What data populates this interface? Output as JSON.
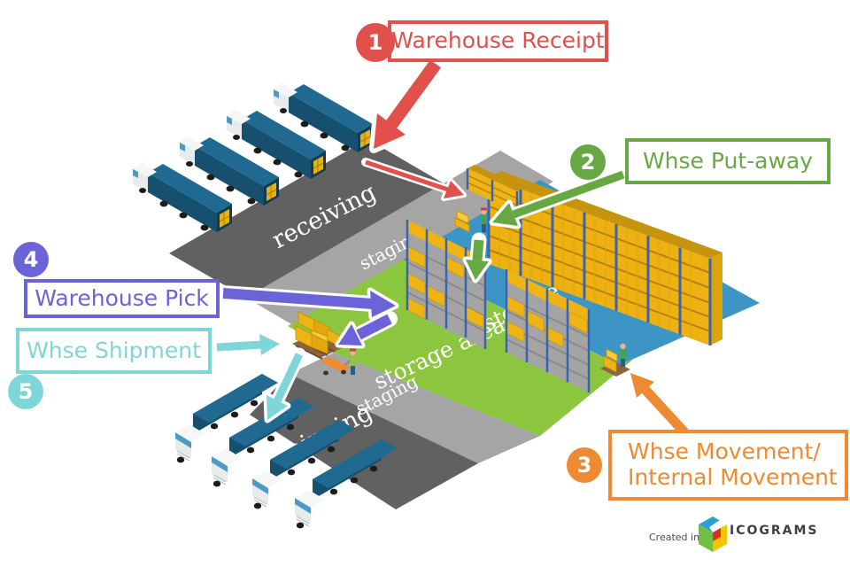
{
  "callouts": [
    {
      "number": "1",
      "label": "Warehouse Receipt",
      "color": "#e2504c"
    },
    {
      "number": "2",
      "label": "Whse Put-away",
      "color": "#68a844"
    },
    {
      "number": "3",
      "label_line1": "Whse Movement/",
      "label_line2": "Internal Movement",
      "color": "#ee8a31"
    },
    {
      "number": "4",
      "label": "Warehouse Pick",
      "color": "#6b63d8"
    },
    {
      "number": "5",
      "label": "Whse Shipment",
      "color": "#7fd6d8"
    }
  ],
  "floor_labels": {
    "receiving": "receiving",
    "staging_upper": "staging",
    "storage_area_blue": "storage area",
    "storage_area_green": "storage area",
    "staging_lower": "staging",
    "shipping": "shipping"
  },
  "credit": {
    "prefix": "Created in",
    "brand": "ICOGRAMS"
  },
  "colors": {
    "receipt_red": "#e2504c",
    "putaway_green": "#68a844",
    "movement_orange": "#ee8a31",
    "pick_purple": "#6b63d8",
    "shipment_teal": "#7fd6d8",
    "floor_dark": "#616161",
    "floor_light": "#a5a5a5",
    "storage_blue": "#3d95c5",
    "storage_green": "#8cc63e",
    "rack_yellow": "#eeb211",
    "truck_navy": "#16506e"
  }
}
